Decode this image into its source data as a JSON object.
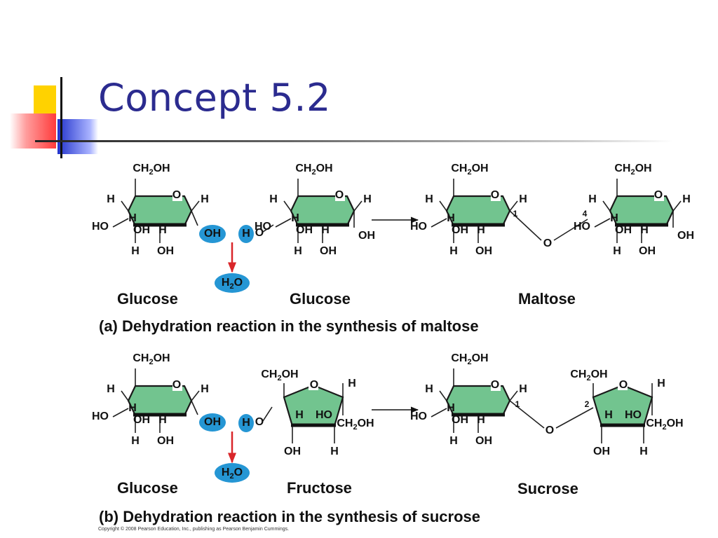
{
  "slide": {
    "title": "Concept 5.2",
    "copyright": "Copyright © 2008 Pearson Education, Inc., publishing as Pearson Benjamin Cummings."
  },
  "panel_a": {
    "names": [
      "Glucose",
      "Glucose",
      "Maltose"
    ],
    "caption": "(a) Dehydration reaction in the synthesis of maltose"
  },
  "panel_b": {
    "names": [
      "Glucose",
      "Fructose",
      "Sucrose"
    ],
    "caption": "(b) Dehydration reaction in the synthesis of sucrose"
  },
  "atoms": {
    "ch2oh": "CH",
    "ch2oh_sub": "2",
    "ch2oh_end": "OH",
    "o": "O",
    "h": "H",
    "oh": "OH",
    "ho": "HO",
    "h2o": "H",
    "h2o_sub": "2",
    "h2o_end": "O",
    "pos1": "1",
    "pos2": "2",
    "pos4": "4"
  },
  "colors": {
    "title": "#2b2b8f",
    "ring_fill": "#72c48f",
    "oval": "#2596d4",
    "arrow_red": "#d9262a",
    "deco_yellow": "#ffd200",
    "deco_blue": "#2233cc",
    "deco_red": "#ff3b3b"
  }
}
